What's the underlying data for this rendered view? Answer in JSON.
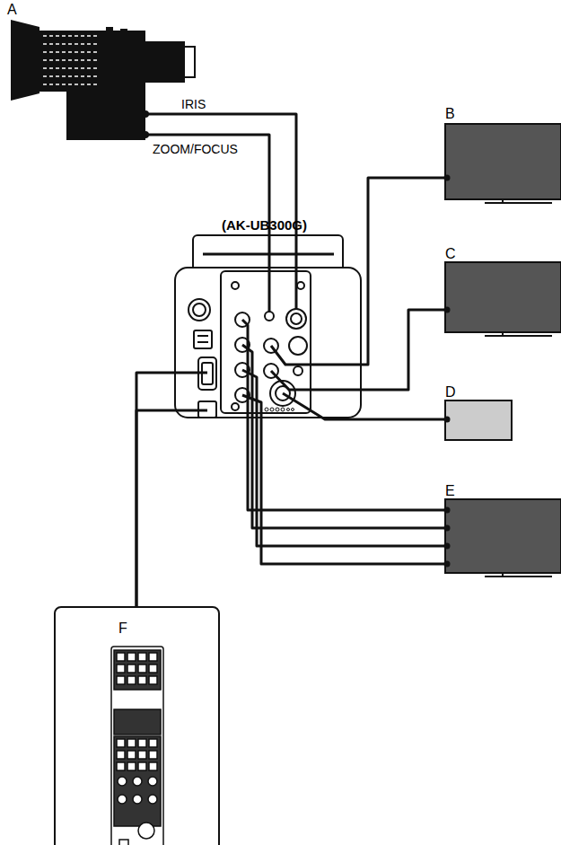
{
  "diagram": {
    "nodes": [
      {
        "text": [
          "A"
        ]
      },
      {
        "text": [
          "(AK-UB300G)"
        ]
      },
      {
        "text": [
          "B"
        ]
      },
      {
        "text": [
          "C"
        ]
      },
      {
        "text": [
          "D"
        ]
      },
      {
        "text": [
          "E"
        ]
      },
      {
        "text": [
          "F"
        ]
      }
    ],
    "edges": [
      {
        "from": 0,
        "to": 1,
        "label": "IRIS",
        "arrow": "none"
      },
      {
        "from": 0,
        "to": 1,
        "label": "ZOOM/FOCUS",
        "arrow": "none"
      },
      {
        "from": 1,
        "to": 2,
        "arrow": "none"
      },
      {
        "from": 1,
        "to": 3,
        "arrow": "none"
      },
      {
        "from": 1,
        "to": 4,
        "arrow": "none"
      },
      {
        "from": 1,
        "to": 5,
        "arrow": "none"
      },
      {
        "from": 1,
        "to": 5,
        "arrow": "none"
      },
      {
        "from": 1,
        "to": 5,
        "arrow": "none"
      },
      {
        "from": 1,
        "to": 5,
        "arrow": "none"
      },
      {
        "from": 1,
        "to": 6,
        "arrow": "none"
      },
      {
        "from": 1,
        "to": 6,
        "arrow": "none"
      }
    ]
  }
}
